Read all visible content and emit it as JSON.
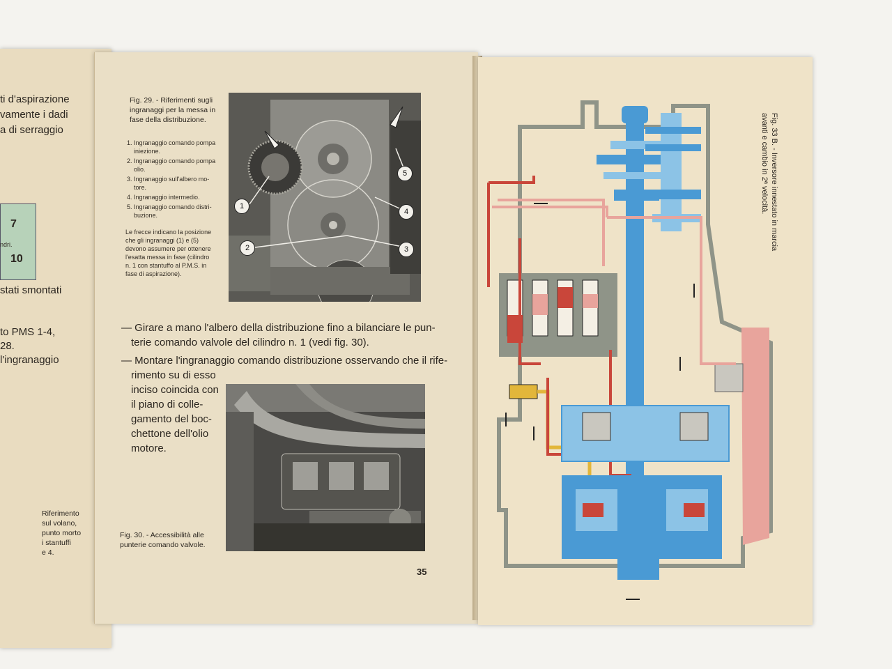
{
  "left_page": {
    "fragments": [
      "ti d'aspirazione",
      "vamente i dadi",
      "a di serraggio",
      "ndri.",
      "stati smontati",
      "to PMS 1-4,",
      "28.",
      "l'ingranaggio"
    ],
    "box_numbers": [
      "7",
      "10"
    ],
    "caption_lines": [
      "Riferimento",
      "sul volano,",
      "punto morto",
      "i stantuffi",
      "e 4."
    ]
  },
  "center_page": {
    "fig29": {
      "caption": [
        "Fig. 29. - Riferimenti sugli",
        "ingranaggi per la messa in",
        "fase della distribuzione."
      ],
      "items": [
        [
          "1. Ingranaggio comando pompa",
          "iniezione."
        ],
        [
          "2. Ingranaggio comando pompa",
          "olio."
        ],
        [
          "3. Ingranaggio sull'albero mo-",
          "tore."
        ],
        [
          "4. Ingranaggio intermedio."
        ],
        [
          "5. Ingranaggio comando distri-",
          "buzione."
        ]
      ],
      "note": [
        "Le frecce indicano la posizione",
        "che gli ingranaggi (1) e (5)",
        "devono assumere per ottenere",
        "l'esatta messa in fase (cilindro",
        "n. 1 con stantuffo al P.M.S. in",
        "fase di aspirazione)."
      ],
      "callouts": [
        "1",
        "2",
        "3",
        "4",
        "5"
      ]
    },
    "instructions": [
      [
        "— Girare a mano l'albero della distribuzione fino a bilanciare le pun-",
        "terie comando valvole del cilindro n. 1 (vedi fig. 30)."
      ],
      [
        "— Montare l'ingranaggio comando distribuzione osservando che il rife-",
        "rimento su di esso"
      ]
    ],
    "instruction_continued": [
      "inciso coincida con",
      "il piano di colle-",
      "gamento del boc-",
      "chettone dell'olio",
      "motore."
    ],
    "fig30": {
      "caption": [
        "Fig. 30. - Accessibilità alle",
        "punterie comando valvole."
      ]
    },
    "page_number": "35"
  },
  "right_page": {
    "fig33b": {
      "caption": [
        "Fig. 33 B. - Inversore innestato in marcia",
        "avanti e cambio in 2ª velocità."
      ]
    }
  },
  "colors": {
    "paper": "#eadfc6",
    "oil_red": "#c9463a",
    "hydraulic_blue": "#4a9ad4",
    "light_blue": "#8cc3e6",
    "pink": "#e8a49c",
    "yellow": "#e2b63a",
    "housing_grey": "#8f9488"
  }
}
